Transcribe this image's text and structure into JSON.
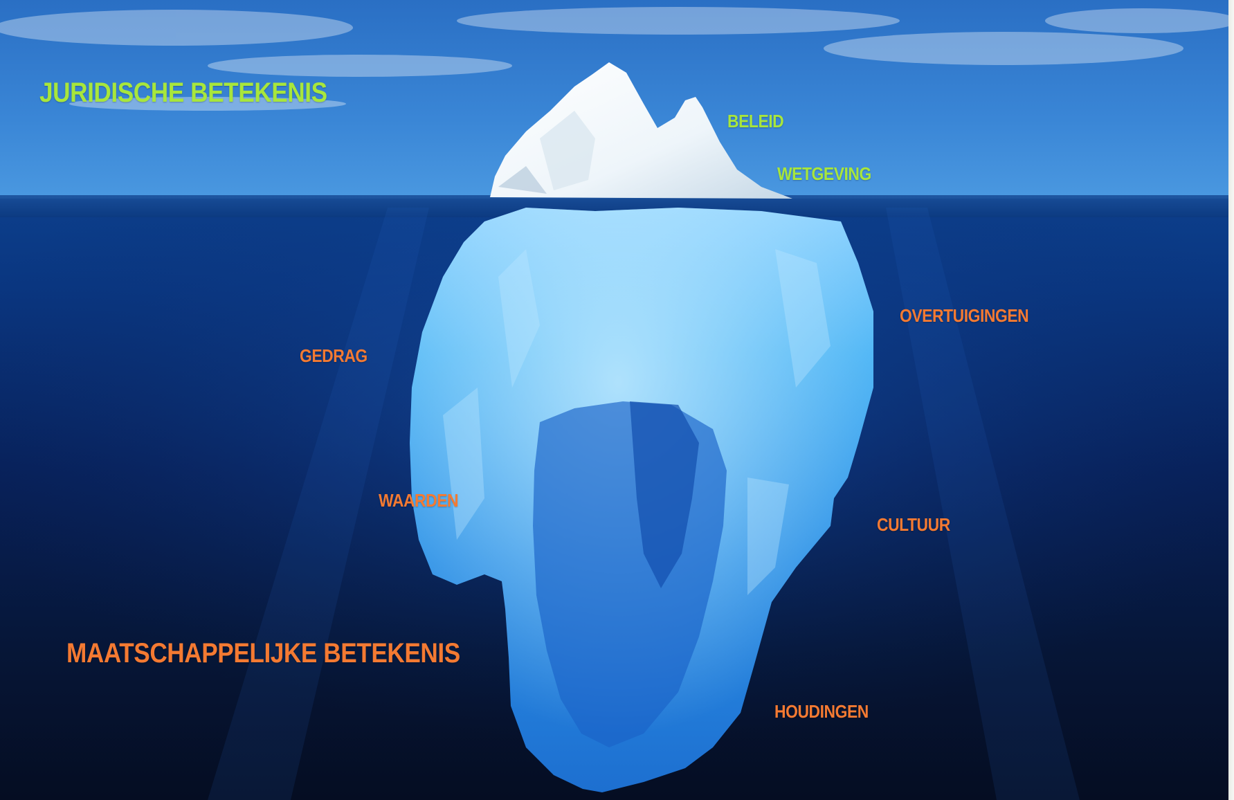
{
  "diagram": {
    "heading_above": "JURIDISCHE BETEKENIS",
    "heading_below": "MAATSCHAPPELIJKE BETEKENIS",
    "terms_above": [
      "BELEID",
      "WETGEVING"
    ],
    "terms_below": [
      "OVERTUIGINGEN",
      "GEDRAG",
      "WAARDEN",
      "CULTUUR",
      "HOUDINGEN"
    ]
  },
  "colors": {
    "above_water_text": "#a8e63c",
    "below_water_text": "#f47a32",
    "sky": "#2f7fd0",
    "deep_sea": "#07122c",
    "ice_tip": "#f4f8fb",
    "ice_submerged": "#38a8f0"
  }
}
